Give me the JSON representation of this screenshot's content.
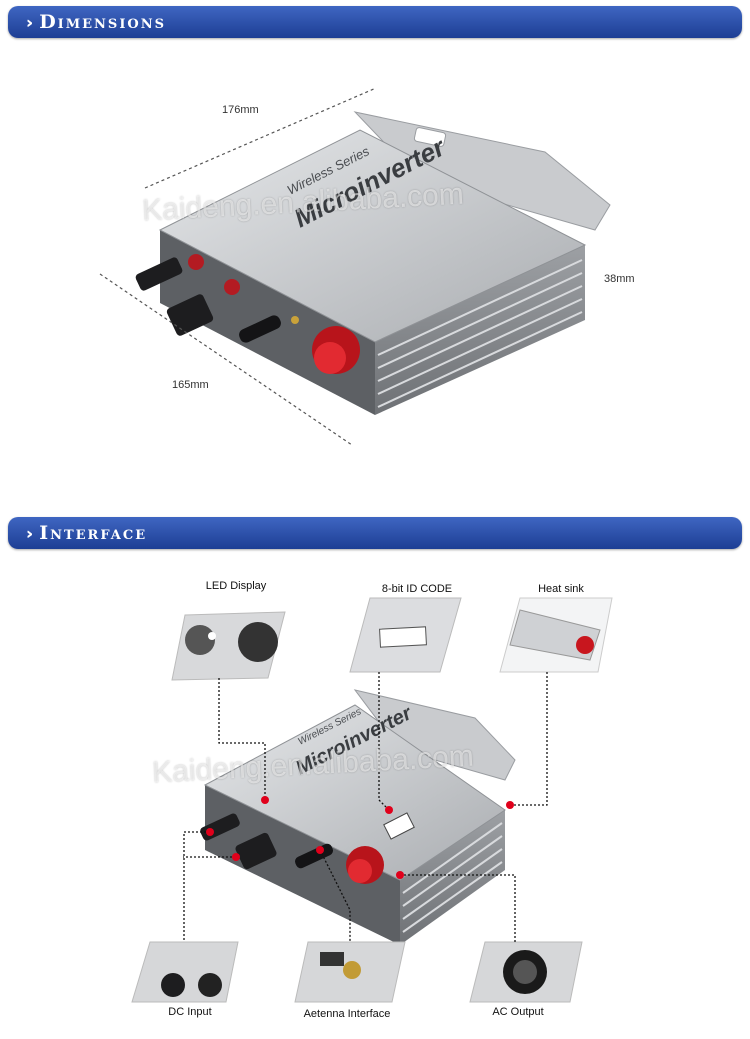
{
  "sections": {
    "dimensions": {
      "title": "Dimensions",
      "icon": "double-chevron-right-icon"
    },
    "interface": {
      "title": "Interface",
      "icon": "double-chevron-right-icon"
    }
  },
  "dimensions": {
    "length": "176mm",
    "width": "165mm",
    "height": "38mm"
  },
  "product": {
    "series": "Wireless Series",
    "name": "Microinverter",
    "ports": {
      "dc": "DC Input",
      "ac": "AC Output"
    }
  },
  "watermark": "Kaideng.en.alibaba.com",
  "callouts": {
    "led": "LED Display",
    "id_code": "8-bit ID CODE",
    "heat_sink": "Heat sink",
    "dc_input": "DC Input",
    "antenna": "Aetenna Interface",
    "ac_output": "AC Output"
  },
  "colors": {
    "banner": "#2a4ea8",
    "marker": "#e0001b",
    "body": "#b9bcc0",
    "cap": "#d4141c"
  }
}
